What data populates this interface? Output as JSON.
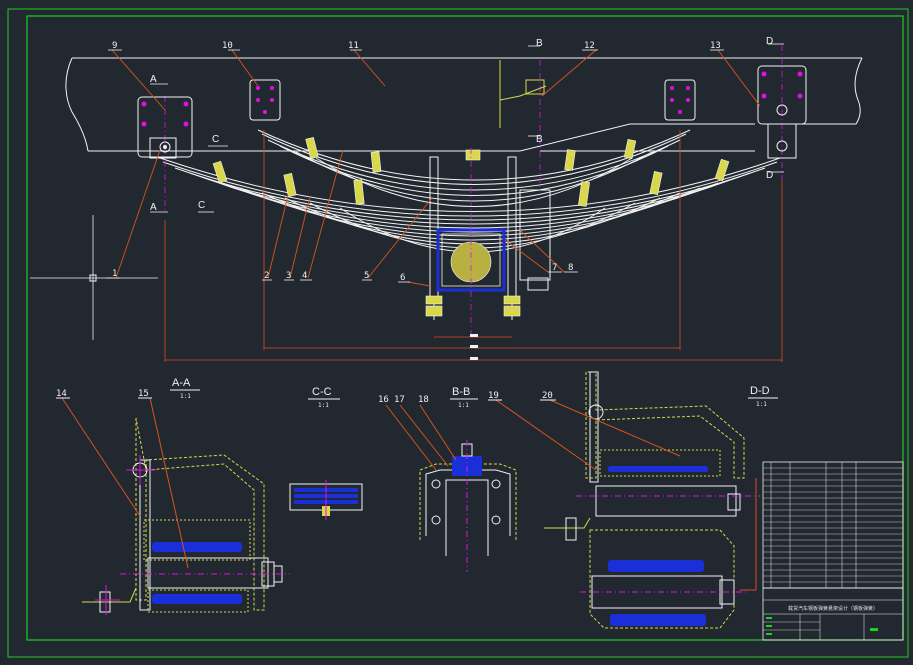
{
  "drawing": {
    "part_labels": [
      "1",
      "2",
      "3",
      "4",
      "5",
      "6",
      "7",
      "8",
      "9",
      "10",
      "11",
      "12",
      "13",
      "14",
      "15",
      "16",
      "17",
      "18",
      "19",
      "20"
    ],
    "section_marks": {
      "a": "A",
      "b": "B",
      "c": "C",
      "d": "D"
    },
    "views": [
      {
        "name": "A-A",
        "scale": "1:1"
      },
      {
        "name": "C-C",
        "scale": "1:1"
      },
      {
        "name": "B-B",
        "scale": "1:1"
      },
      {
        "name": "D-D",
        "scale": "1:1"
      }
    ],
    "title_block": {
      "title": "载货汽车钢板弹簧悬架设计（钢板弹簧）"
    }
  },
  "colors": {
    "background": "#212830",
    "frame": "#22cc22",
    "outline": "#f2f2f2",
    "leader": "#d8541a",
    "center": "#e010e0",
    "hatch": "#d8d84a",
    "fill_blue": "#1a2fd8",
    "dimension": "#e04a20"
  }
}
